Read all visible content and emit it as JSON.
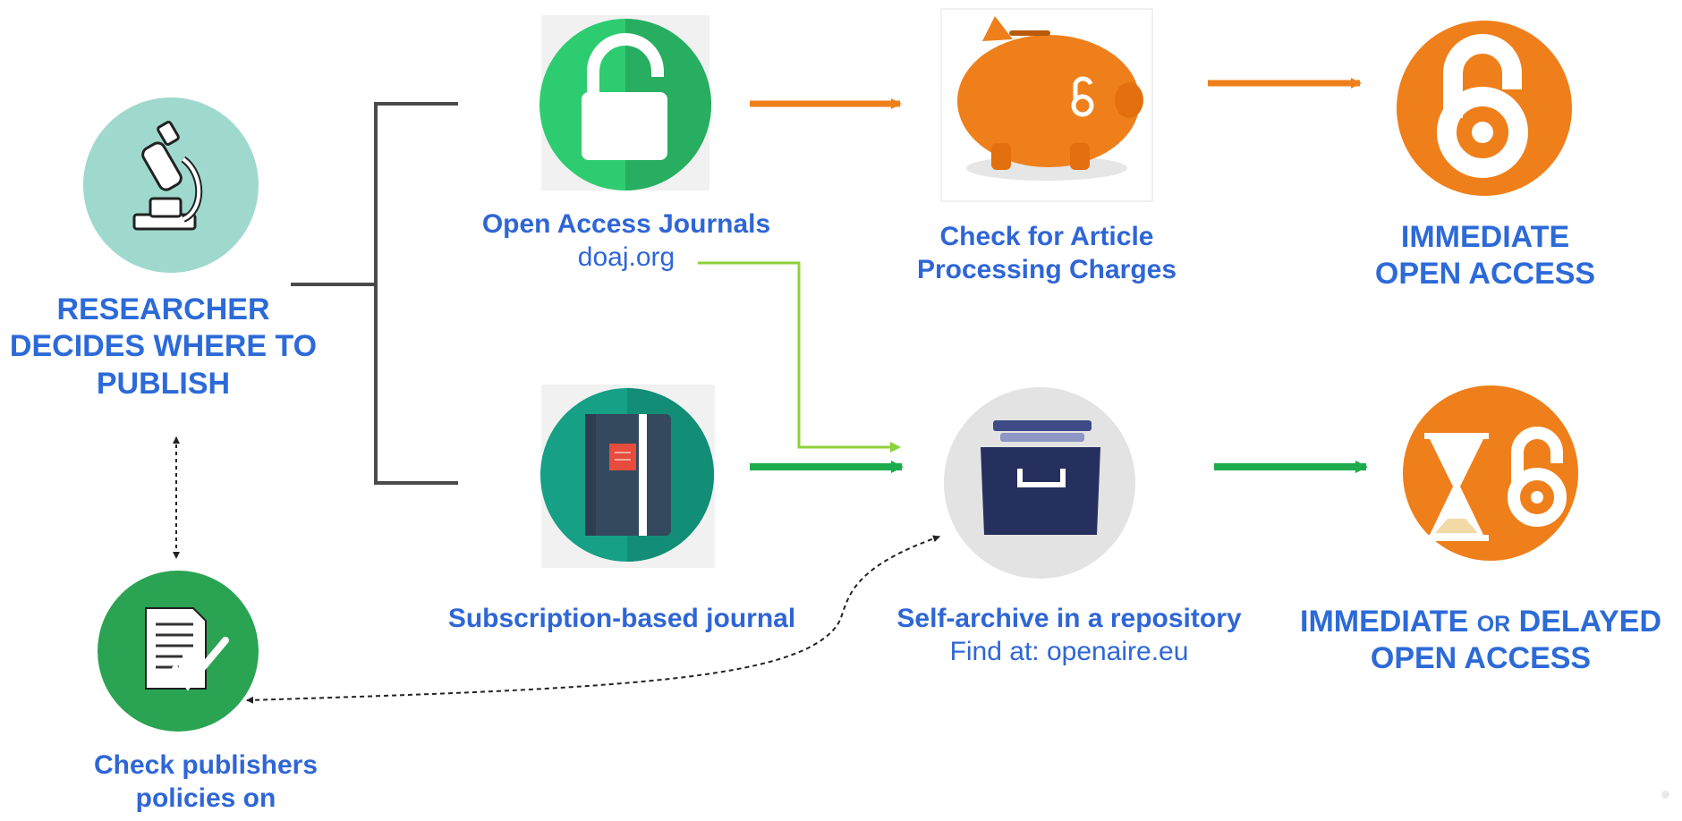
{
  "diagram": {
    "researcher": {
      "lines": [
        "RESEARCHER",
        "DECIDES WHERE TO",
        "PUBLISH"
      ]
    },
    "check_policies": {
      "lines": [
        "Check publishers",
        "policies on"
      ]
    },
    "oa_journals": {
      "title": "Open Access Journals",
      "url": "doaj.org"
    },
    "subscription_journal": {
      "title": "Subscription-based journal"
    },
    "apc": {
      "lines": [
        "Check for Article",
        "Processing Charges"
      ]
    },
    "repository": {
      "title": "Self-archive in a repository",
      "find_at": "Find at: openaire.eu"
    },
    "immediate_oa": {
      "lines": [
        "IMMEDIATE",
        "OPEN ACCESS"
      ]
    },
    "delayed_oa": {
      "line1_a": "IMMEDIATE",
      "line1_small": "OR",
      "line1_b": "DELAYED",
      "line2": "OPEN ACCESS"
    }
  },
  "colors": {
    "label_blue": "#2f66d6",
    "teal_circle": "#9fd9cd",
    "green_circle": "#2aa352",
    "orange": "#ef7f1a",
    "green_arrow": "#1eab4d",
    "light_green_line": "#8cd23a",
    "dark_navy": "#25305e",
    "gray_circle": "#e3e3e3"
  },
  "icons": [
    "microscope-icon",
    "checklist-document-icon",
    "unlocked-padlock-icon",
    "notebook-icon",
    "piggy-bank-icon",
    "open-access-lock-icon",
    "file-cabinet-drawer-icon",
    "hourglass-open-access-icon"
  ]
}
